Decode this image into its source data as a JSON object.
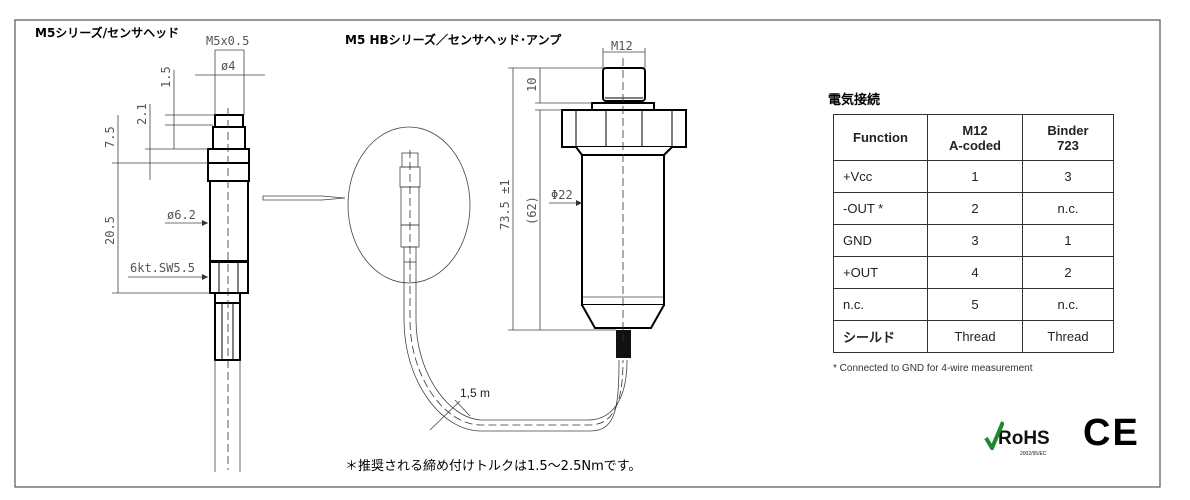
{
  "left_drawing": {
    "title": "M5シリーズ/センサヘッド",
    "dims": {
      "thread": "M5x0.5",
      "tip_dia": "ø4",
      "d1": "1.5",
      "d2": "2.1",
      "d3": "7.5",
      "d4": "20.5",
      "body_dia": "ø6.2",
      "hex": "6kt.SW5.5"
    }
  },
  "right_drawing": {
    "title": "M5 HBシリーズ／センサヘッド･アンプ",
    "dims": {
      "connector": "M12",
      "d_top": "10",
      "total": "73.5 ±1",
      "body_len": "(62)",
      "body_dia": "Φ22",
      "cable": "1,5 m"
    }
  },
  "connection": {
    "title": "電気接続",
    "headers": [
      "Function",
      "M12\nA-coded",
      "Binder\n723"
    ],
    "header_lines": [
      [
        "Function"
      ],
      [
        "M12",
        "A-coded"
      ],
      [
        "Binder",
        "723"
      ]
    ],
    "rows": [
      [
        "+Vcc",
        "1",
        "3"
      ],
      [
        "-OUT *",
        "2",
        "n.c."
      ],
      [
        "GND",
        "3",
        "1"
      ],
      [
        "+OUT",
        "4",
        "2"
      ],
      [
        "n.c.",
        "5",
        "n.c."
      ],
      [
        "シールド",
        "Thread",
        "Thread"
      ]
    ],
    "footnote": "* Connected to GND for 4-wire measurement"
  },
  "note": "＊推奨される締め付けトルクは1.5～2.5Nmです。",
  "logos": {
    "rohs": "RoHS",
    "rohs_sub": "2002/95/EC",
    "ce": "CE",
    "rohs_check_color": "#1a8a2a"
  }
}
